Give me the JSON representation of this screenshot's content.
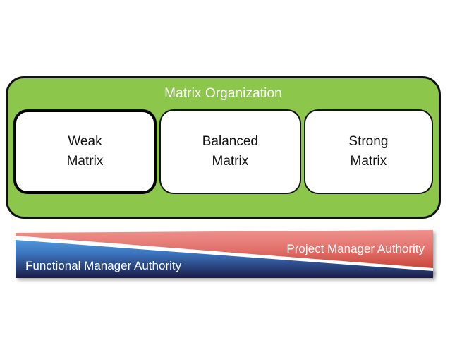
{
  "diagram": {
    "type": "matrix-organization-authority-continuum",
    "container": {
      "title": "Matrix Organization",
      "fill_color": "#8CC64B",
      "border_color": "#111111"
    },
    "boxes": [
      {
        "id": "weak",
        "line1": "Weak",
        "line2": "Matrix",
        "emphasis": "thick-border"
      },
      {
        "id": "balanced",
        "line1": "Balanced",
        "line2": "Matrix",
        "emphasis": "normal"
      },
      {
        "id": "strong",
        "line1": "Strong",
        "line2": "Matrix",
        "emphasis": "normal"
      }
    ],
    "authority_bar": {
      "project_label": "Project Manager Authority",
      "functional_label": "Functional Manager Authority",
      "project_color_light": "#E8827E",
      "project_color_dark": "#C0392B",
      "functional_color_light": "#4A90D9",
      "functional_color_dark": "#1F1F4E",
      "divider_color": "#ffffff"
    }
  }
}
